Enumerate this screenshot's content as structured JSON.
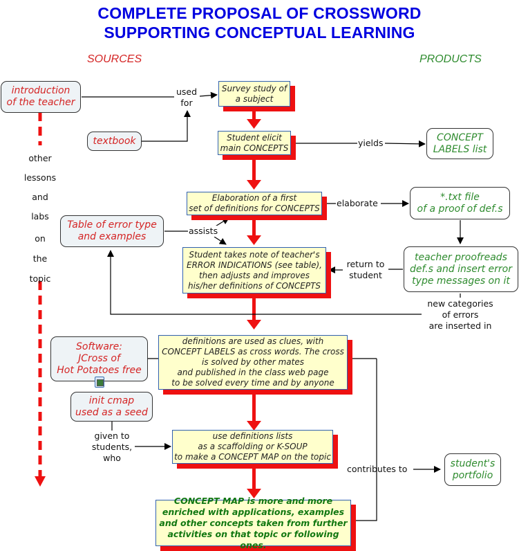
{
  "title": {
    "line1": "COMPLETE PROPOSAL OF CROSSWORD",
    "line2": "SUPPORTING CONCEPTUAL LEARNING"
  },
  "sections": {
    "sources": "SOURCES",
    "products": "PRODUCTS"
  },
  "colors": {
    "title": "#0000e0",
    "sources": "#d42424",
    "products": "#2e8b2e",
    "step_fill": "#ffffcc",
    "step_shadow": "#ee1111",
    "flow_arrow": "#ee1111"
  },
  "sources": {
    "intro_teacher": [
      "introduction",
      "of the teacher"
    ],
    "textbook": [
      "textbook"
    ],
    "error_table": [
      "Table of error type",
      "and examples"
    ],
    "software": [
      "Software:",
      "JCross of",
      "Hot Potatoes free"
    ],
    "init_cmap": [
      "init cmap",
      "used as a seed"
    ]
  },
  "steps": {
    "survey": [
      "Survey study of",
      "a subject"
    ],
    "elicit": [
      "Student elicit",
      "main CONCEPTS"
    ],
    "elaboration": [
      "Elaboration of a first",
      "set of definitions for CONCEPTS"
    ],
    "takes_note": [
      "Student takes note of teacher's",
      "ERROR INDICATIONS (see table),",
      "then adjusts and improves",
      "his/her definitions of CONCEPTS"
    ],
    "crossword": [
      "definitions are used as clues, with",
      "CONCEPT LABELS as cross words. The cross",
      "is solved by other mates",
      "and published in the class web page",
      "to be solved every time and by anyone"
    ],
    "use_lists": [
      "use definitions lists",
      "as a scaffolding or K-SOUP",
      "to make a CONCEPT MAP on the topic"
    ],
    "concept_map": [
      "CONCEPT MAP is more and more",
      "enriched with applications, examples",
      "and other concepts taken from further",
      "activities on that topic or following ones."
    ]
  },
  "products": {
    "labels_list": [
      "CONCEPT",
      "LABELS list"
    ],
    "txt_file": [
      "*.txt file",
      "of a proof of def.s"
    ],
    "proofreads": [
      "teacher proofreads",
      "def.s and insert error",
      "type messages on it"
    ],
    "portfolio": [
      "student's",
      "portfolio"
    ]
  },
  "link_labels": {
    "used_for": [
      "used",
      "for"
    ],
    "yields": "yields",
    "elaborate": "elaborate",
    "assists": "assists",
    "return_to_student": [
      "return to",
      "student"
    ],
    "new_categories": [
      "new categories",
      "of errors",
      "are inserted in"
    ],
    "given_to": [
      "given to",
      "students,",
      "who"
    ],
    "contributes_to": "contributes to"
  },
  "timeline_words": [
    "other",
    "lessons",
    "and",
    "labs",
    "on",
    "the",
    "topic"
  ],
  "icons": {
    "attachment": "resource-attachment-icon"
  }
}
